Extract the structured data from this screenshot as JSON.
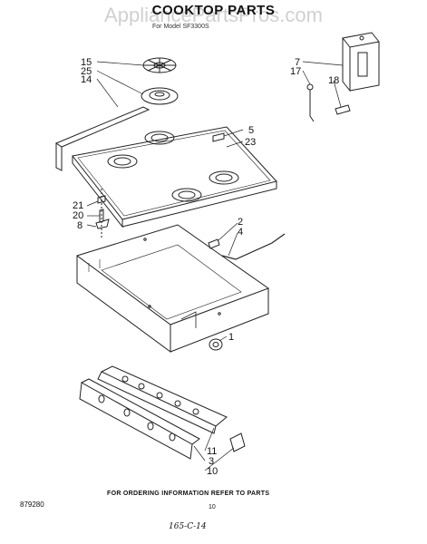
{
  "header": {
    "title": "COOKTOP PARTS",
    "subtitle": "For Model SF3300S",
    "watermark": "AppliancePartsPros.com"
  },
  "parts": [
    {
      "label": "15"
    },
    {
      "label": "25"
    },
    {
      "label": "14"
    },
    {
      "label": "7"
    },
    {
      "label": "17"
    },
    {
      "label": "18"
    },
    {
      "label": "5"
    },
    {
      "label": "23"
    },
    {
      "label": "21"
    },
    {
      "label": "20"
    },
    {
      "label": "8"
    },
    {
      "label": "2"
    },
    {
      "label": "4"
    },
    {
      "label": "1"
    },
    {
      "label": "11"
    },
    {
      "label": "3"
    },
    {
      "label": "10"
    }
  ],
  "footer": {
    "ordering_note": "FOR ORDERING INFORMATION REFER TO PARTS",
    "page_number": "10",
    "doc_code": "879280",
    "handwritten_note": "165-C-14"
  }
}
